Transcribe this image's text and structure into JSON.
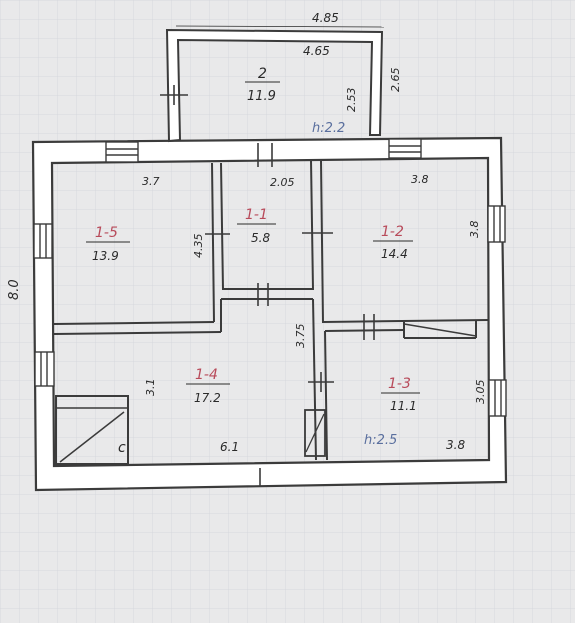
{
  "colors": {
    "paper": "#e9e9ea",
    "wall": "#3b3b3b",
    "grid": "#c9ccd3",
    "ink": "#2a2a2a",
    "room_id": "#b84a5a",
    "height_note": "#5a6f9e"
  },
  "rooms": [
    {
      "id": "2",
      "area": "11.9"
    },
    {
      "id": "1-1",
      "area": "5.8"
    },
    {
      "id": "1-2",
      "area": "14.4"
    },
    {
      "id": "1-3",
      "area": "11.1"
    },
    {
      "id": "1-4",
      "area": "17.2"
    },
    {
      "id": "1-5",
      "area": "13.9"
    }
  ],
  "dimensions": {
    "porch_outer_width": "4.85",
    "porch_inner_width": "4.65",
    "porch_inner_depth": "2.53",
    "porch_outer_depth": "2.65",
    "room_1_5_width": "3.7",
    "room_1_5_depth": "4.35",
    "room_1_1_width": "2.05",
    "room_1_2_width": "3.8",
    "room_1_2_depth": "3.8",
    "room_1_4_depth": "3.1",
    "room_1_4_width": "6.1",
    "room_1_3_depth": "3.05",
    "room_1_3_width": "3.8",
    "corridor_depth": "3.75",
    "house_depth": "8.0"
  },
  "heights": {
    "porch": "h:2.2",
    "main": "h:2.5"
  },
  "stove_mark": "c"
}
